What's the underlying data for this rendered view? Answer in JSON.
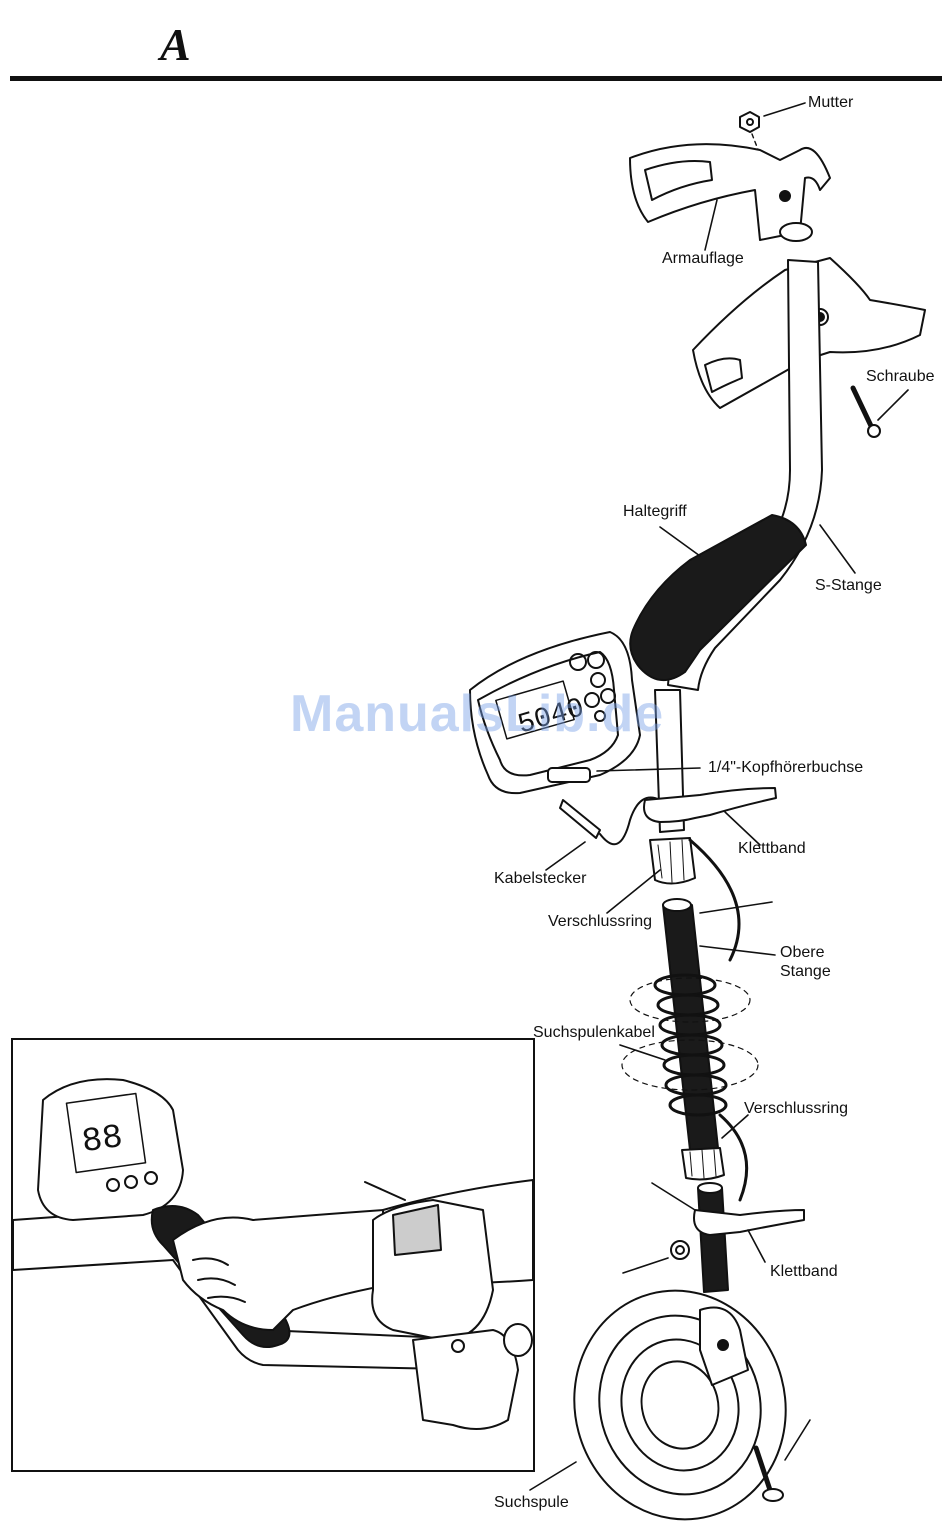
{
  "header": {
    "section_letter": "A"
  },
  "watermark": "ManualsLib.de",
  "labels": {
    "mutter": "Mutter",
    "armauflage": "Armauflage",
    "schraube": "Schraube",
    "haltegriff": "Haltegriff",
    "s_stange": "S-Stange",
    "kopfhoererbuchse": "1/4\"-Kopfhörerbuchse",
    "klettband_top": "Klettband",
    "kabelstecker": "Kabelstecker",
    "verschlussring_top": "Verschlussring",
    "obere_stange_1": "Obere",
    "obere_stange_2": "Stange",
    "suchspulenkabel": "Suchspulenkabel",
    "verschlussring_bottom": "Verschlussring",
    "klettband_bottom": "Klettband",
    "suchspule": "Suchspule"
  },
  "colors": {
    "line": "#111111",
    "grip": "#1a1a1a",
    "watermark": "#78a0e6"
  }
}
